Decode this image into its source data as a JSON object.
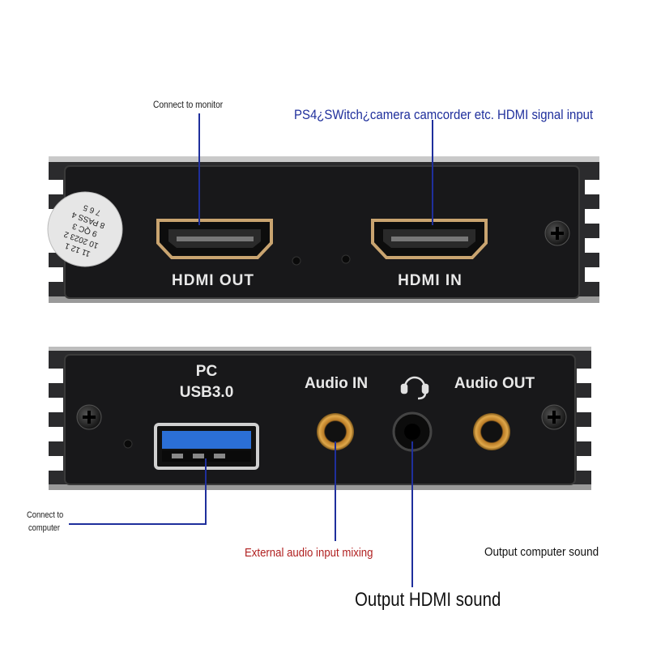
{
  "annotations": {
    "connect_monitor": "Connect to monitor",
    "hdmi_signal_input": "PS4¿SWitch¿camera camcorder etc. HDMI signal input",
    "connect_computer_line1": "Connect to",
    "connect_computer_line2": "computer",
    "external_audio": "External audio input mixing",
    "output_computer_sound": "Output computer sound",
    "output_hdmi_sound": "Output HDMI sound"
  },
  "top_panel": {
    "hdmi_out_label": "HDMI OUT",
    "hdmi_in_label": "HDMI IN",
    "qc_sticker": {
      "lines": [
        "11 12 1",
        "10 2023 2",
        "9  QC  3",
        "8 PASS 4",
        "7 6 5"
      ]
    }
  },
  "bottom_panel": {
    "pc_label": "PC",
    "usb_label": "USB3.0",
    "audio_in_label": "Audio IN",
    "audio_out_label": "Audio OUT",
    "headset_icon": "headset-icon"
  },
  "colors": {
    "panel": "#1c1c1e",
    "panel_frame": "#2a2a2c",
    "pointer_line": "#1f2f9c",
    "usb_blue": "#2b6fd6",
    "audio_ring": "#d89a3a"
  }
}
